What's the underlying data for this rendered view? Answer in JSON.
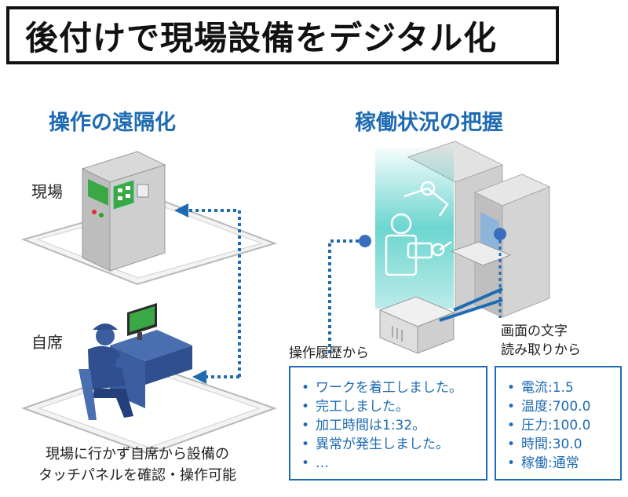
{
  "title": "後付けで現場設備をデジタル化",
  "left": {
    "heading": "操作の遠隔化",
    "site_label": "現場",
    "seat_label": "自席",
    "caption_line1": "現場に行かず自席から設備の",
    "caption_line2": "タッチパネルを確認・操作可能"
  },
  "right": {
    "heading": "稼働状況の把握",
    "history_label": "操作履歴から",
    "screen_label_line1": "画面の文字",
    "screen_label_line2": "読み取りから",
    "history_items": [
      "ワークを着工しました。",
      "完工しました。",
      "加工時間は1:32。",
      "異常が発生しました。",
      "…"
    ],
    "screen_items": [
      "電流:1.5",
      "温度:700.0",
      "圧力:100.0",
      "時間:30.0",
      "稼働:通常"
    ]
  },
  "colors": {
    "accent": "#1f6bb3",
    "teal": "#3cc8c0",
    "panel_green": "#3aa845"
  }
}
